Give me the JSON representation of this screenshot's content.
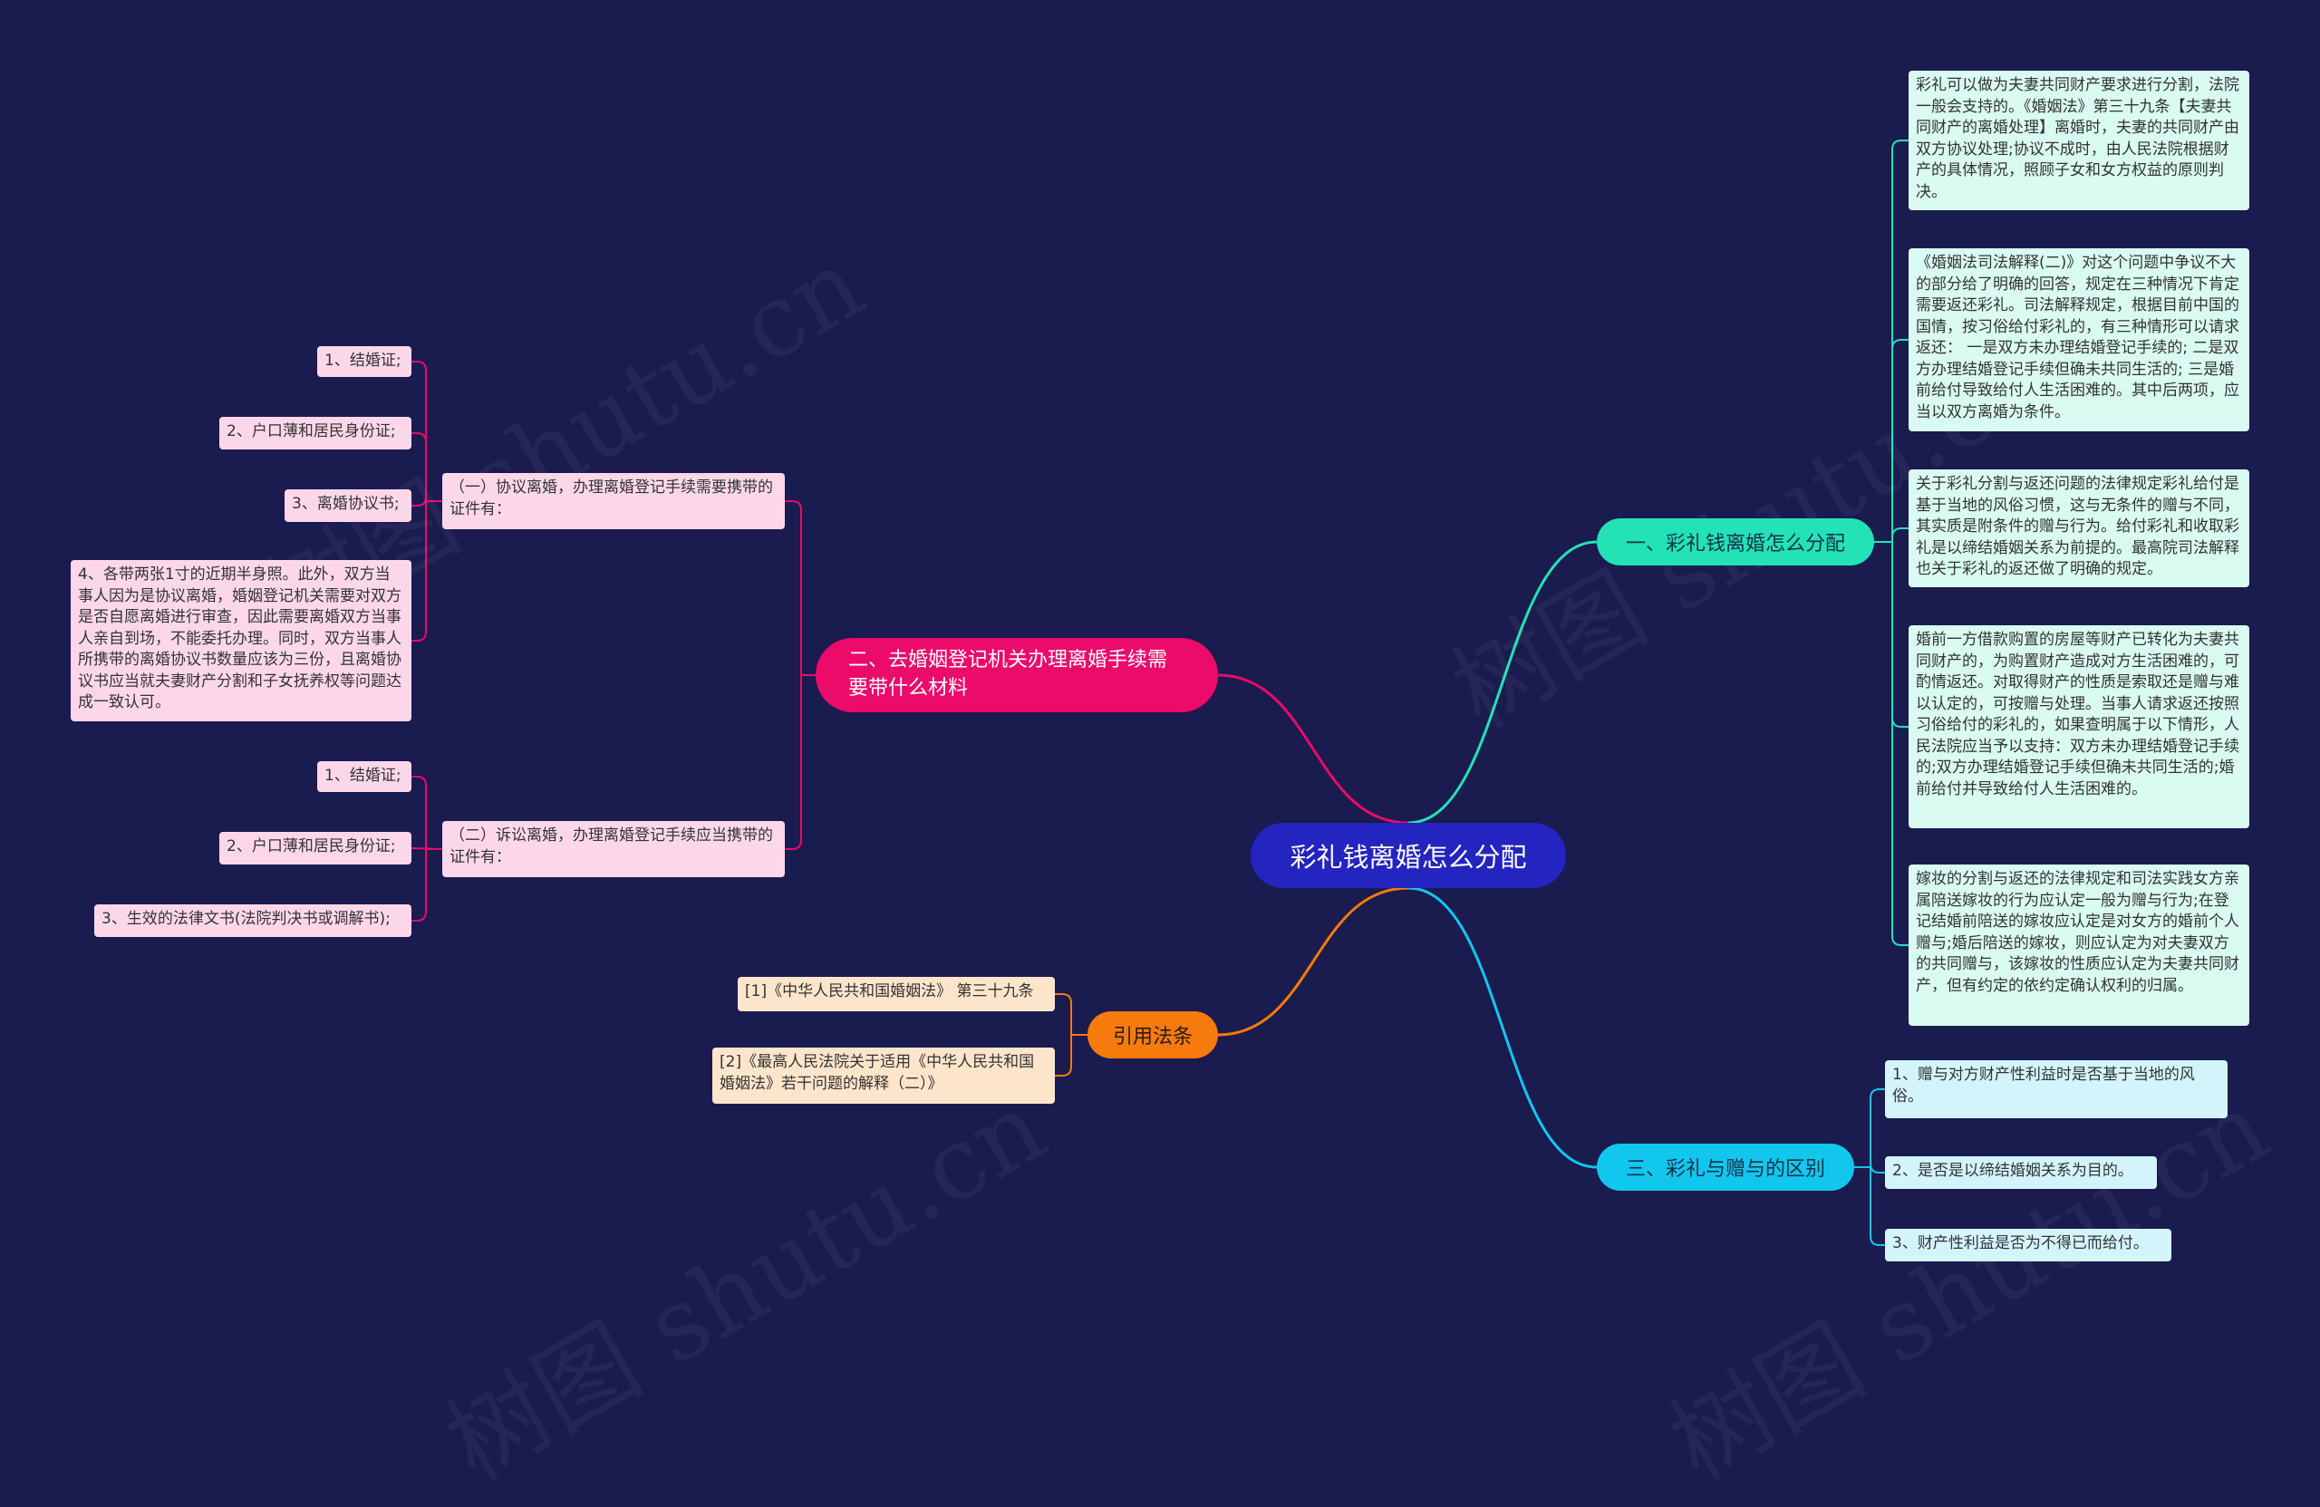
{
  "root": "彩礼钱离婚怎么分配",
  "branches": {
    "one": {
      "label": "一、彩礼钱离婚怎么分配",
      "items": [
        "彩礼可以做为夫妻共同财产要求进行分割，法院一般会支持的。《婚姻法》第三十九条【夫妻共同财产的离婚处理】离婚时，夫妻的共同财产由双方协议处理;协议不成时，由人民法院根据财产的具体情况，照顾子女和女方权益的原则判决。",
        "《婚姻法司法解释(二)》对这个问题中争议不大的部分给了明确的回答，规定在三种情况下肯定需要返还彩礼。司法解释规定，根据目前中国的国情，按习俗给付彩礼的，有三种情形可以请求返还： 一是双方未办理结婚登记手续的; 二是双方办理结婚登记手续但确未共同生活的; 三是婚前给付导致给付人生活困难的。其中后两项，应当以双方离婚为条件。",
        "关于彩礼分割与返还问题的法律规定彩礼给付是基于当地的风俗习惯，这与无条件的赠与不同，其实质是附条件的赠与行为。给付彩礼和收取彩礼是以缔结婚姻关系为前提的。最高院司法解释也关于彩礼的返还做了明确的规定。",
        "婚前一方借款购置的房屋等财产已转化为夫妻共同财产的，为购置财产造成对方生活困难的，可酌情返还。对取得财产的性质是索取还是赠与难以认定的，可按赠与处理。当事人请求返还按照习俗给付的彩礼的，如果查明属于以下情形，人民法院应当予以支持：双方未办理结婚登记手续的;双方办理结婚登记手续但确未共同生活的;婚前给付并导致给付人生活困难的。",
        "嫁妆的分割与返还的法律规定和司法实践女方亲属陪送嫁妆的行为应认定一般为赠与行为;在登记结婚前陪送的嫁妆应认定是对女方的婚前个人赠与;婚后陪送的嫁妆，则应认定为对夫妻双方的共同赠与，该嫁妆的性质应认定为夫妻共同财产，但有约定的依约定确认权利的归属。"
      ]
    },
    "three": {
      "label": "三、彩礼与赠与的区别",
      "items": [
        "1、赠与对方财产性利益时是否基于当地的风俗。",
        "2、是否是以缔结婚姻关系为目的。",
        "3、财产性利益是否为不得已而给付。"
      ]
    },
    "two": {
      "label": "二、去婚姻登记机关办理离婚手续需要带什么材料",
      "sub1": {
        "label": "（一）协议离婚，办理离婚登记手续需要携带的证件有：",
        "items": [
          "1、结婚证;",
          "2、户口薄和居民身份证;",
          "3、离婚协议书;",
          "4、各带两张1寸的近期半身照。此外，双方当事人因为是协议离婚，婚姻登记机关需要对双方是否自愿离婚进行审查，因此需要离婚双方当事人亲自到场，不能委托办理。同时，双方当事人所携带的离婚协议书数量应该为三份，且离婚协议书应当就夫妻财产分割和子女抚养权等问题达成一致认可。"
        ]
      },
      "sub2": {
        "label": "（二）诉讼离婚，办理离婚登记手续应当携带的证件有：",
        "items": [
          "1、结婚证;",
          "2、户口薄和居民身份证;",
          "3、生效的法律文书(法院判决书或调解书);"
        ]
      }
    },
    "law": {
      "label": "引用法条",
      "items": [
        "[1]《中华人民共和国婚姻法》 第三十九条",
        "[2]《最高人民法院关于适用《中华人民共和国婚姻法》若干问题的解释（二）》"
      ]
    }
  },
  "colors": {
    "background": "#1a1b4f",
    "root": "#2424c0",
    "teal": "#22e2b6",
    "cyan": "#12c7ee",
    "pink": "#ec0a6a",
    "orange": "#f77a0c"
  },
  "watermark": [
    "树图 shutu.cn",
    "树图 shutu.cn",
    "树图 shutu.cn",
    "树图 shutu.cn"
  ]
}
